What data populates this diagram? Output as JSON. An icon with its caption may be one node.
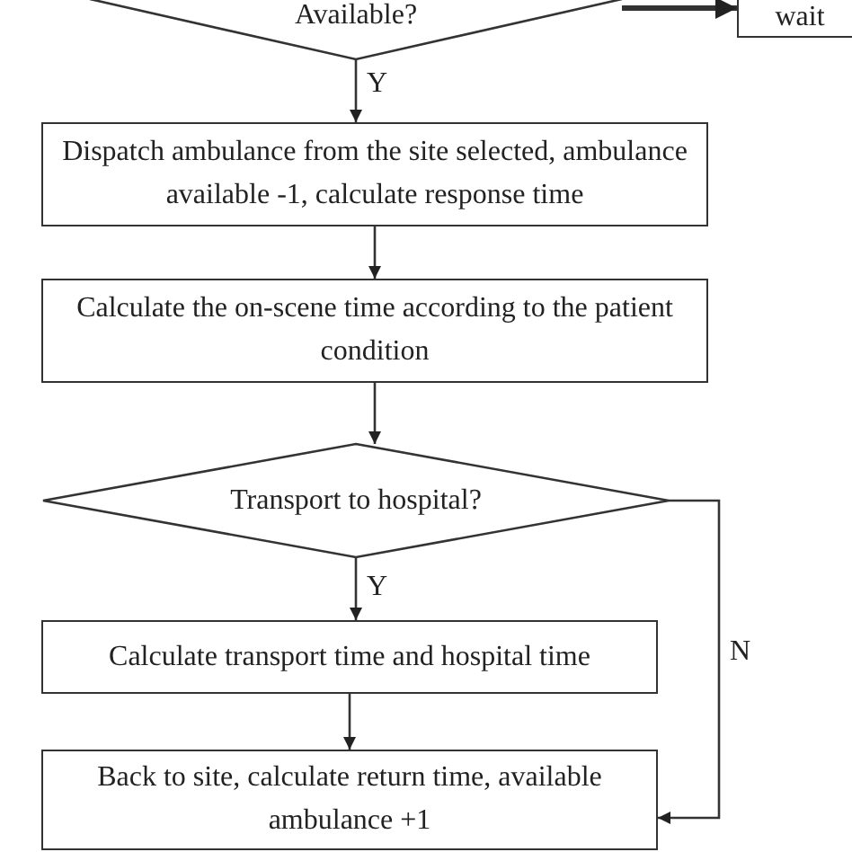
{
  "diagram": {
    "nodes": [
      {
        "text": [
          "Available?"
        ]
      },
      {
        "text": [
          "wait"
        ]
      },
      {
        "text": [
          "Dispatch ambulance from the site selected, ambulance available -1, calculate response time"
        ]
      },
      {
        "text": [
          "Calculate the on-scene time according to the patient condition"
        ]
      },
      {
        "text": [
          "Transport to hospital?"
        ]
      },
      {
        "text": [
          "Calculate transport time and hospital time"
        ]
      },
      {
        "text": [
          "Back to site, calculate return time, available ambulance +1"
        ]
      }
    ],
    "edges": [
      {
        "from": 0,
        "to": 1,
        "arrow": "to",
        "style": "thick"
      },
      {
        "from": 0,
        "to": 2,
        "arrow": "to",
        "label": "Y"
      },
      {
        "from": 2,
        "to": 3,
        "arrow": "to"
      },
      {
        "from": 3,
        "to": 4,
        "arrow": "to"
      },
      {
        "from": 4,
        "to": 5,
        "arrow": "to",
        "label": "Y"
      },
      {
        "from": 5,
        "to": 6,
        "arrow": "to"
      },
      {
        "from": 4,
        "to": 6,
        "arrow": "to",
        "label": "N"
      }
    ]
  }
}
